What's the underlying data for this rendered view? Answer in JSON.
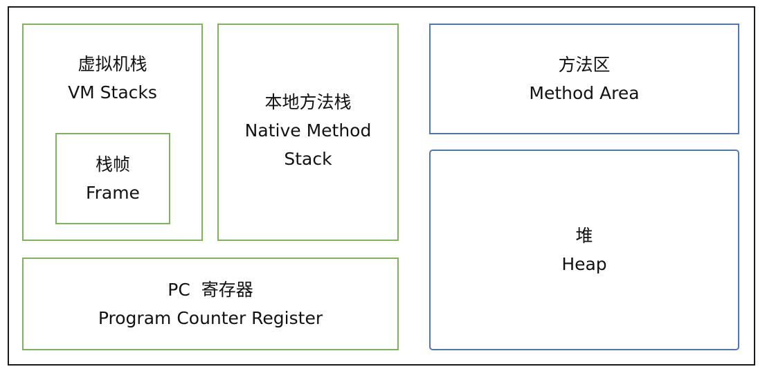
{
  "diagram": {
    "vm_stacks": {
      "zh": "虚拟机栈",
      "en": "VM Stacks"
    },
    "frame": {
      "zh": "栈帧",
      "en": "Frame"
    },
    "native_method_stack": {
      "zh": "本地方法栈",
      "en_line1": "Native Method",
      "en_line2": "Stack"
    },
    "pc_register": {
      "zh": "PC  寄存器",
      "en": "Program Counter Register"
    },
    "method_area": {
      "zh": "方法区",
      "en": "Method Area"
    },
    "heap": {
      "zh": "堆",
      "en": "Heap"
    }
  },
  "colors": {
    "thread_private_border": "#7cb55a",
    "shared_border": "#4f74b8",
    "outer_border": "#1a1a1a"
  }
}
